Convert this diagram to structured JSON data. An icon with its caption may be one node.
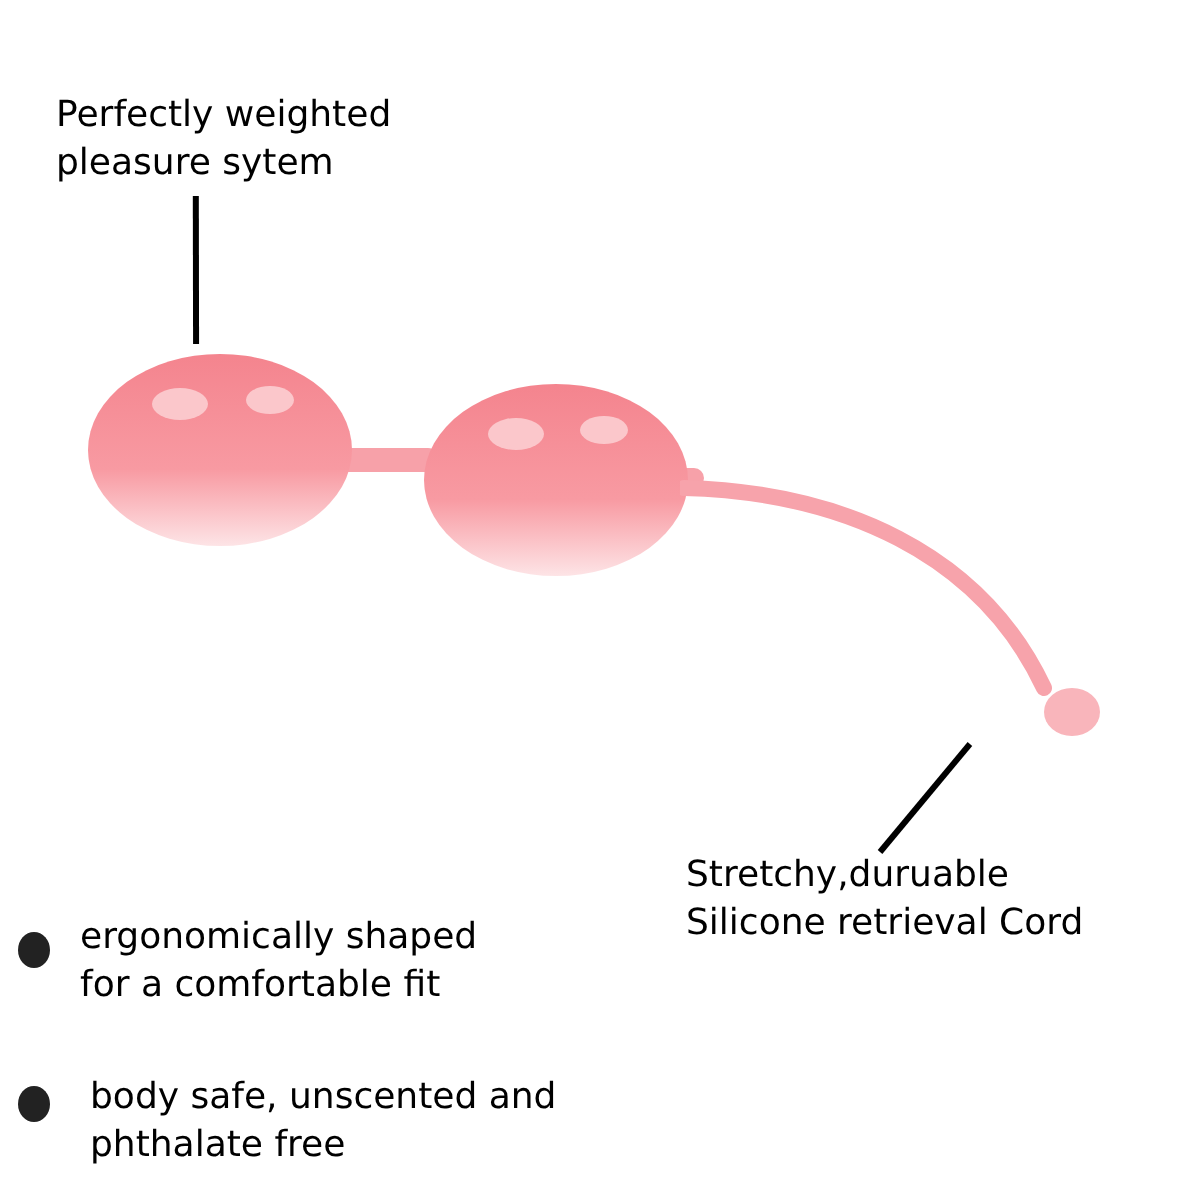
{
  "diagram": {
    "nodes": [
      {
        "text": [
          "Perfectly weighted pleasure sytem"
        ]
      },
      {
        "text": [],
        "shape": "picture"
      },
      {
        "text": [],
        "shape": "picture"
      },
      {
        "text": [
          "Stretchy,duruable Silicone retrieval Cord"
        ]
      }
    ],
    "edges": [
      {
        "from": 0,
        "to": 1,
        "arrow": "none"
      },
      {
        "from": 3,
        "to": 2,
        "arrow": "none"
      }
    ],
    "labels": [
      "ergonomically shaped for a comfortable fit",
      "body safe, unscented and phthalate free"
    ]
  }
}
